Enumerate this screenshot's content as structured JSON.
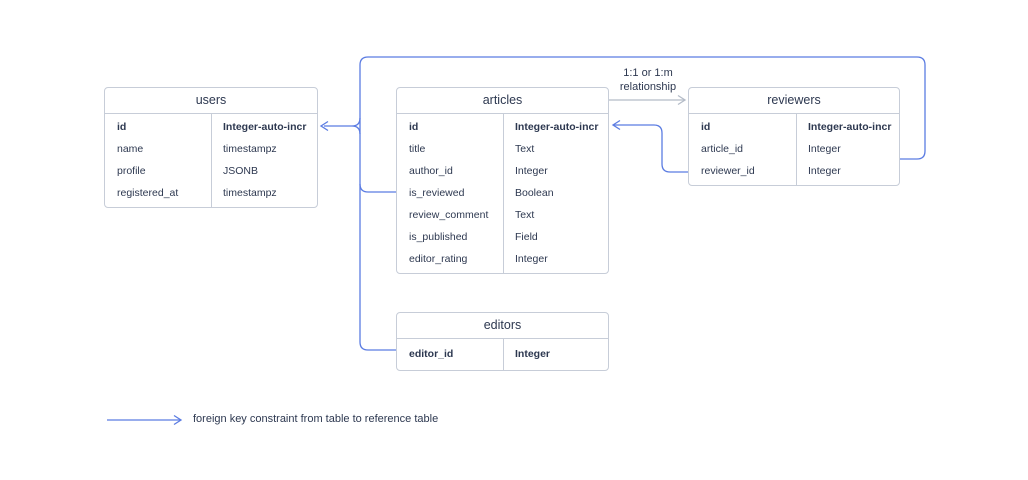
{
  "diagram": {
    "tables": [
      {
        "name": "users",
        "fields": [
          {
            "field": "id",
            "type": "Integer-auto-incr",
            "pk": true
          },
          {
            "field": "name",
            "type": "timestampz",
            "pk": false
          },
          {
            "field": "profile",
            "type": "JSONB",
            "pk": false
          },
          {
            "field": "registered_at",
            "type": "timestampz",
            "pk": false
          }
        ]
      },
      {
        "name": "articles",
        "fields": [
          {
            "field": "id",
            "type": "Integer-auto-incr",
            "pk": true
          },
          {
            "field": "title",
            "type": "Text",
            "pk": false
          },
          {
            "field": "author_id",
            "type": "Integer",
            "pk": false
          },
          {
            "field": "is_reviewed",
            "type": "Boolean",
            "pk": false
          },
          {
            "field": "review_comment",
            "type": "Text",
            "pk": false
          },
          {
            "field": "is_published",
            "type": "Field",
            "pk": false
          },
          {
            "field": "editor_rating",
            "type": "Integer",
            "pk": false
          }
        ]
      },
      {
        "name": "reviewers",
        "fields": [
          {
            "field": "id",
            "type": "Integer-auto-incr",
            "pk": true
          },
          {
            "field": "article_id",
            "type": "Integer",
            "pk": false
          },
          {
            "field": "reviewer_id",
            "type": "Integer",
            "pk": false
          }
        ]
      },
      {
        "name": "editors",
        "fields": [
          {
            "field": "editor_id",
            "type": "Integer",
            "pk": true
          }
        ]
      }
    ],
    "relationship_label": {
      "line1": "1:1 or 1:m",
      "line2": "relationship"
    },
    "legend": {
      "label": "foreign key constraint from table to reference table"
    },
    "colors": {
      "fk_line": "#5b7ce2",
      "relation_line": "#b4bcc8",
      "table_border": "#c7cdd8",
      "text": "#2d3850"
    }
  }
}
